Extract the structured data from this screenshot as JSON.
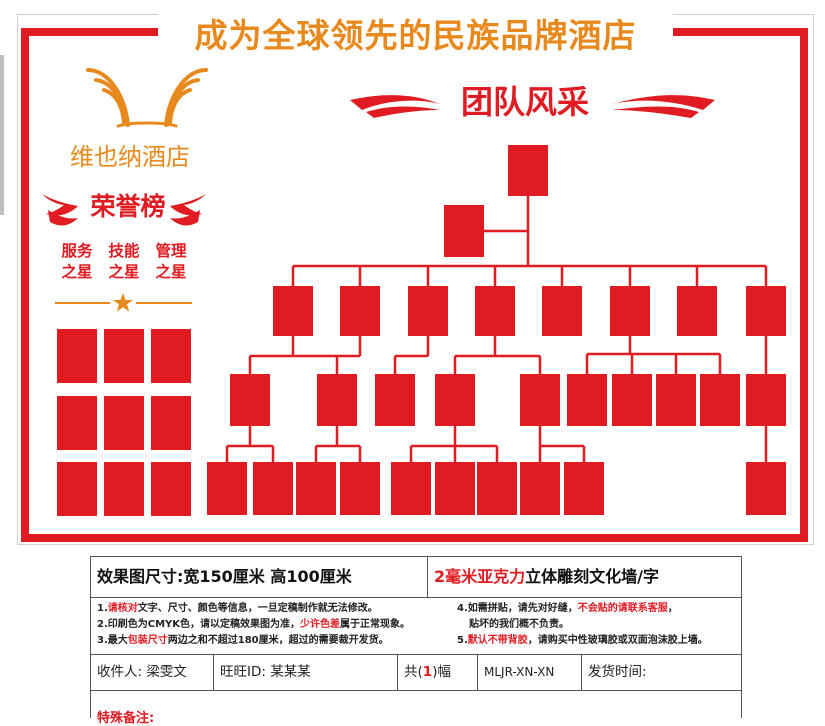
{
  "wall": {
    "headline": "成为全球领先的民族品牌酒店",
    "team_title": "团队风采",
    "hotel_name": "维也纳酒店",
    "honor_title": "荣誉榜",
    "stars": [
      {
        "line1": "服务",
        "line2": "之星"
      },
      {
        "line1": "技能",
        "line2": "之星"
      },
      {
        "line1": "管理",
        "line2": "之星"
      }
    ],
    "colors": {
      "red": "#e11b22",
      "orange": "#e8891d"
    },
    "logo_icon": "hotel-wings-logo-icon",
    "divider_icon": "star-icon"
  },
  "info": {
    "size_label": "效果图尺寸:",
    "size_value": "宽150厘米  高100厘米",
    "material_highlight": "2毫米亚克力",
    "material_rest": "立体雕刻文化墙/字",
    "notes": {
      "n1_a": "1.",
      "n1_hl": "请核对",
      "n1_b": "文字、尺寸、颜色等信息，一旦定稿制作就无法修改。",
      "n2_a": "2.印刷色为CMYK色，请以定稿效果图为准，",
      "n2_hl": "少许色差",
      "n2_b": "属于正常现象。",
      "n3_a": "3.最大",
      "n3_hl": "包装尺寸",
      "n3_b": "两边之和不超过180厘米，超过的需要裁开发货。",
      "n4_a": "4.如需拼贴，请先对好缝，",
      "n4_hl": "不会贴的请联系客服",
      "n4_b": "，",
      "n4_c": "贴坏的我们概不负责。",
      "n5_a": "5.",
      "n5_hl": "默认不带背胶",
      "n5_b": "，请购买中性玻璃胶或双面泡沫胶上墙。"
    },
    "recipient": "收件人: 梁雯文",
    "wangwang": "旺旺ID: 某某某",
    "count_prefix": "共(",
    "count_value": "1",
    "count_suffix": ")幅",
    "code": "MLJR-XN-XN",
    "ship_time": "发货时间:",
    "special": "特殊备注:"
  }
}
